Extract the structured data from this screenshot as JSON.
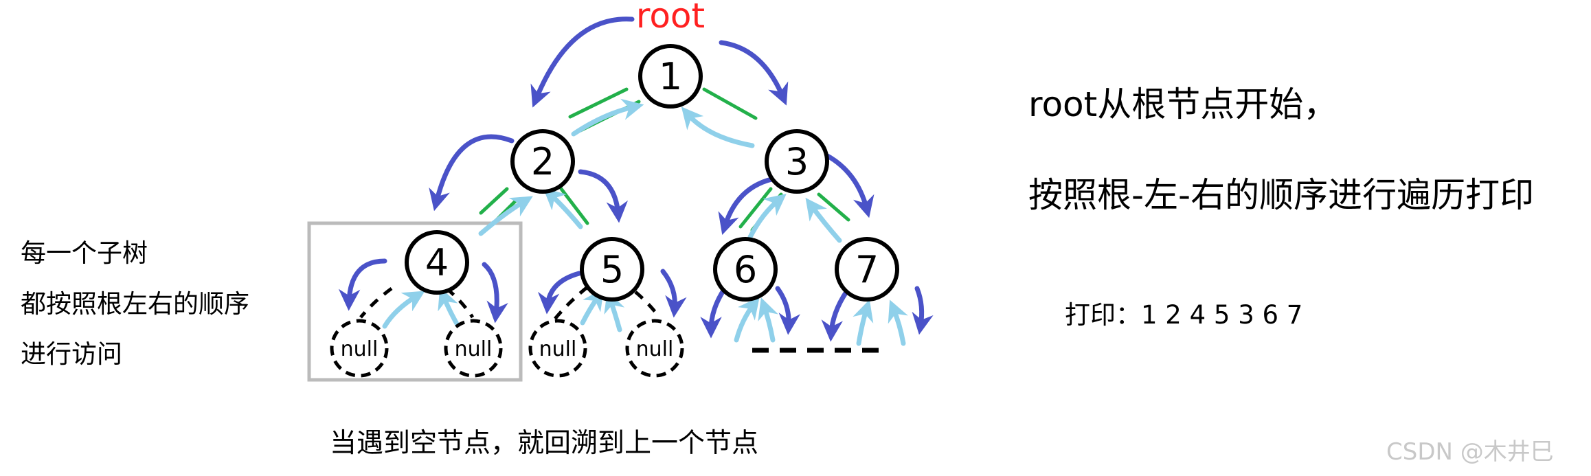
{
  "root_label": "root",
  "nodes": [
    {
      "id": "node-1",
      "label": "1"
    },
    {
      "id": "node-2",
      "label": "2"
    },
    {
      "id": "node-3",
      "label": "3"
    },
    {
      "id": "node-4",
      "label": "4"
    },
    {
      "id": "node-5",
      "label": "5"
    },
    {
      "id": "node-6",
      "label": "6"
    },
    {
      "id": "node-7",
      "label": "7"
    }
  ],
  "null_label": "null",
  "side_note": [
    "每一个子树",
    "都按照根左右的顺序",
    "进行访问"
  ],
  "description": [
    "root从根节点开始，",
    "按照根-左-右的顺序进行遍历打印"
  ],
  "print_result": "打印：1 2 4 5 3 6 7",
  "bottom_note": "当遇到空节点，就回溯到上一个节点",
  "watermark": "CSDN @木井巳",
  "colors": {
    "root_label": "#ff2020",
    "forward_arrow": "#4a52c8",
    "back_arrow": "#8fd0ea",
    "tree_edge": "#22b04a",
    "subtree_box": "#bbbbbb"
  }
}
